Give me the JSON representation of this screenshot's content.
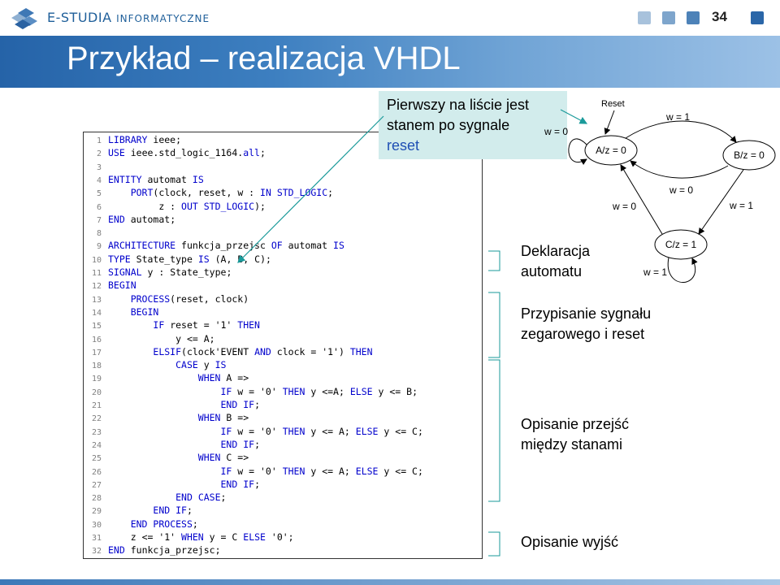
{
  "header": {
    "logo_main": "E-STUDIA",
    "logo_sub": "INFORMATYCZNE",
    "slide_number": "34",
    "squares_colors": [
      "#a8c2dc",
      "#7ea5cc",
      "#4d82b8",
      "#2a66a8"
    ]
  },
  "title": "Przykład – realizacja VHDL",
  "callout": {
    "line1": "Pierwszy na liście jest",
    "line2": "stanem po sygnale",
    "line3": "reset"
  },
  "code": {
    "lines": [
      {
        "n": "1",
        "t": "LIBRARY ieee;"
      },
      {
        "n": "2",
        "t": "USE ieee.std_logic_1164.all;"
      },
      {
        "n": "3",
        "t": ""
      },
      {
        "n": "4",
        "t": "ENTITY automat IS"
      },
      {
        "n": "5",
        "t": "    PORT(clock, reset, w : IN STD_LOGIC;"
      },
      {
        "n": "6",
        "t": "         z : OUT STD_LOGIC);"
      },
      {
        "n": "7",
        "t": "END automat;"
      },
      {
        "n": "8",
        "t": ""
      },
      {
        "n": "9",
        "t": "ARCHITECTURE funkcja_przejsc OF automat IS"
      },
      {
        "n": "10",
        "t": "TYPE State_type IS (A, B, C);"
      },
      {
        "n": "11",
        "t": "SIGNAL y : State_type;"
      },
      {
        "n": "12",
        "t": "BEGIN"
      },
      {
        "n": "13",
        "t": "    PROCESS(reset, clock)"
      },
      {
        "n": "14",
        "t": "    BEGIN"
      },
      {
        "n": "15",
        "t": "        IF reset = '1' THEN"
      },
      {
        "n": "16",
        "t": "            y <= A;"
      },
      {
        "n": "17",
        "t": "        ELSIF(clock'EVENT AND clock = '1') THEN"
      },
      {
        "n": "18",
        "t": "            CASE y IS"
      },
      {
        "n": "19",
        "t": "                WHEN A =>"
      },
      {
        "n": "20",
        "t": "                    IF w = '0' THEN y <=A; ELSE y <= B;"
      },
      {
        "n": "21",
        "t": "                    END IF;"
      },
      {
        "n": "22",
        "t": "                WHEN B =>"
      },
      {
        "n": "23",
        "t": "                    IF w = '0' THEN y <= A; ELSE y <= C;"
      },
      {
        "n": "24",
        "t": "                    END IF;"
      },
      {
        "n": "25",
        "t": "                WHEN C =>"
      },
      {
        "n": "26",
        "t": "                    IF w = '0' THEN y <= A; ELSE y <= C;"
      },
      {
        "n": "27",
        "t": "                    END IF;"
      },
      {
        "n": "28",
        "t": "            END CASE;"
      },
      {
        "n": "29",
        "t": "        END IF;"
      },
      {
        "n": "30",
        "t": "    END PROCESS;"
      },
      {
        "n": "31",
        "t": "    z <= '1' WHEN y = C ELSE '0';"
      },
      {
        "n": "32",
        "t": "END funkcja_przejsc;"
      }
    ],
    "keywords": [
      "LIBRARY",
      "USE",
      "ENTITY",
      "IS",
      "PORT",
      "IN",
      "STD_LOGIC",
      "OUT",
      "END",
      "ARCHITECTURE",
      "OF",
      "TYPE",
      "SIGNAL",
      "BEGIN",
      "PROCESS",
      "IF",
      "THEN",
      "ELSIF",
      "AND",
      "CASE",
      "WHEN",
      "ELSE",
      "all"
    ]
  },
  "annotations": {
    "deklaracja": [
      "Deklaracja",
      "automatu"
    ],
    "przypisanie": [
      "Przypisanie sygnału",
      "zegarowego i reset"
    ],
    "opisanie_przejsc": [
      "Opisanie przejść",
      "między stanami"
    ],
    "opisanie_wyjsc": [
      "Opisanie wyjść"
    ]
  },
  "diagram": {
    "reset_label": "Reset",
    "state_a": "A/z = 0",
    "state_b": "B/z = 0",
    "state_c": "C/z = 1",
    "a_self": "w = 0",
    "a_to_b": "w = 1",
    "b_to_a": "w = 0",
    "b_to_c": "w = 1",
    "c_to_a": "w = 0",
    "c_self": "w = 1"
  }
}
